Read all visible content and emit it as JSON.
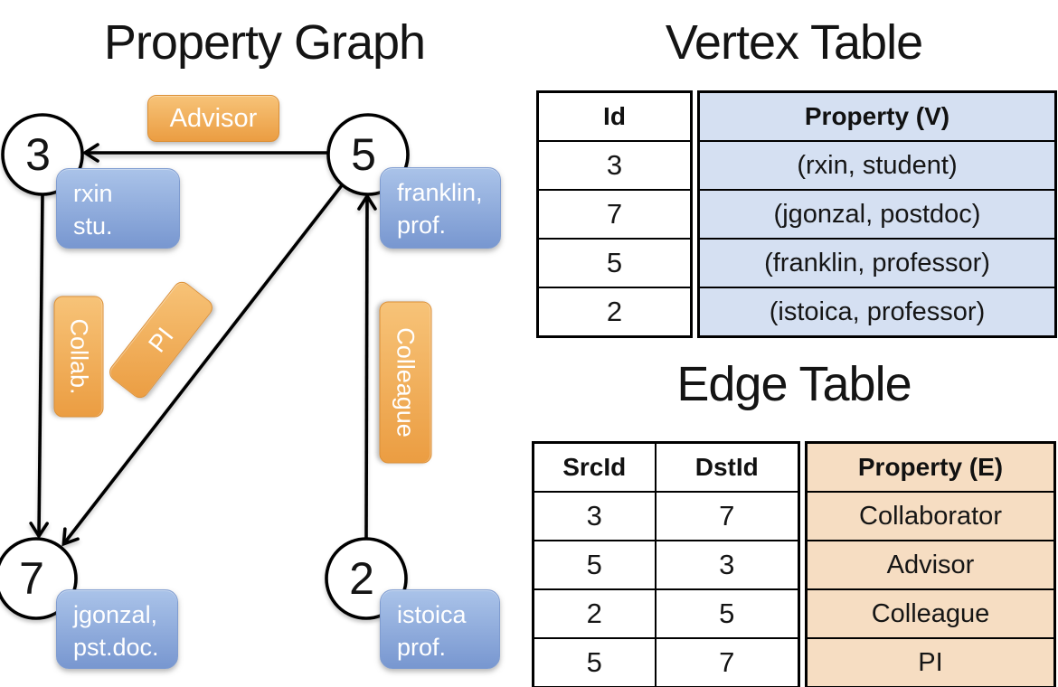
{
  "graph": {
    "title": "Property Graph",
    "vertices": [
      {
        "id": "3"
      },
      {
        "id": "5"
      },
      {
        "id": "7"
      },
      {
        "id": "2"
      }
    ],
    "edge_labels": [
      {
        "text": "Advisor"
      },
      {
        "text": "Collab."
      },
      {
        "text": "PI"
      },
      {
        "text": "Colleague"
      }
    ],
    "property_boxes": [
      {
        "lines": [
          "rxin",
          "stu."
        ]
      },
      {
        "lines": [
          "franklin,",
          "prof."
        ]
      },
      {
        "lines": [
          "jgonzal,",
          "pst.doc."
        ]
      },
      {
        "lines": [
          "istoica",
          "prof."
        ]
      }
    ]
  },
  "vertex_table": {
    "title": "Vertex Table",
    "columns": [
      "Id",
      "Property (V)"
    ],
    "rows": [
      [
        "3",
        "(rxin, student)"
      ],
      [
        "7",
        "(jgonzal, postdoc)"
      ],
      [
        "5",
        "(franklin, professor)"
      ],
      [
        "2",
        "(istoica, professor)"
      ]
    ]
  },
  "edge_table": {
    "title": "Edge Table",
    "columns": [
      "SrcId",
      "DstId",
      "Property (E)"
    ],
    "rows": [
      [
        "3",
        "7",
        "Collaborator"
      ],
      [
        "5",
        "3",
        "Advisor"
      ],
      [
        "2",
        "5",
        "Colleague"
      ],
      [
        "5",
        "7",
        "PI"
      ]
    ]
  },
  "colors": {
    "edge_label_orange_top": "#f7c378",
    "edge_label_orange_bottom": "#eb9d42",
    "vertex_box_blue_top": "#aac3e9",
    "vertex_box_blue_bottom": "#7897d0",
    "vertex_table_cell": "#d5e0f2",
    "edge_table_cell": "#f6ddc2",
    "line_color": "#000000"
  }
}
